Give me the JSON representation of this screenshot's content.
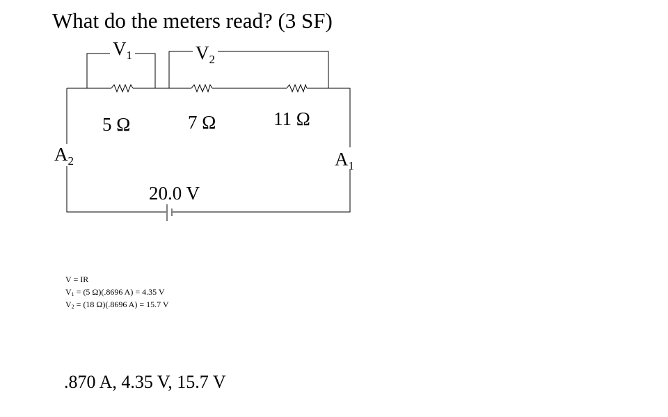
{
  "question": {
    "title": "What do the meters read? (3 SF)"
  },
  "circuit": {
    "resistors": [
      {
        "label": "5 Ω"
      },
      {
        "label": "7 Ω"
      },
      {
        "label": "11 Ω"
      }
    ],
    "battery_label": "20.0 V",
    "voltmeters": [
      {
        "letter": "V",
        "sub": "1"
      },
      {
        "letter": "V",
        "sub": "2"
      }
    ],
    "ammeters": [
      {
        "letter": "A",
        "sub": "2"
      },
      {
        "letter": "A",
        "sub": "1"
      }
    ]
  },
  "work": {
    "formula": "V = IR",
    "v1": {
      "letter": "V",
      "sub": "1",
      "rest": " = (5 Ω)(.8696 A) = 4.35 V"
    },
    "v2": {
      "letter": "V",
      "sub": "2",
      "rest": " = (18 Ω)(.8696 A) = 15.7 V"
    }
  },
  "answer": {
    "text": ".870 A, 4.35 V, 15.7 V"
  }
}
